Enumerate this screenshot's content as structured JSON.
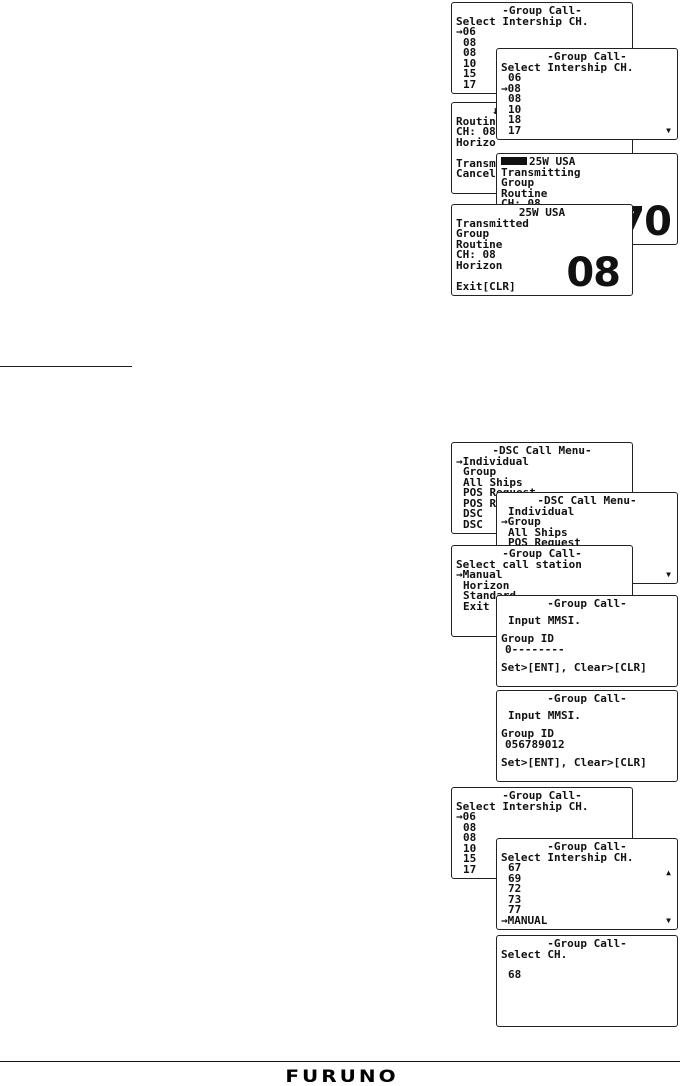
{
  "screens": {
    "gc1": {
      "title": "-Group Call-",
      "line2": "Select Intership CH.",
      "items": [
        "→06",
        "08",
        "08",
        "10",
        "15",
        "17"
      ]
    },
    "gc2": {
      "title": "-Group Call-",
      "line2": "Select Intership CH.",
      "items": [
        "06",
        "→08",
        "08",
        "10",
        "18",
        "17"
      ],
      "scroll": "▼"
    },
    "route": {
      "lines": [
        "Routin",
        "CH: 08",
        "Horizo",
        "",
        "Transm",
        "Cancel"
      ],
      "marker": "↓"
    },
    "tx": {
      "badge": "",
      "top": "25W USA",
      "lines": [
        "Transmitting",
        "Group",
        "Routine",
        "CH: 08"
      ],
      "bignum": "70"
    },
    "done": {
      "top": "25W USA",
      "lines": [
        "Transmitted",
        "Group",
        "Routine",
        "CH: 08",
        "Horizon",
        "",
        "Exit[CLR]"
      ],
      "bignum": "08"
    },
    "dsc1": {
      "title": "-DSC Call Menu-",
      "items": [
        "→Individual",
        "Group",
        "All Ships",
        "POS Request",
        "POS Report",
        "DSC",
        "DSC"
      ]
    },
    "dsc2": {
      "title": "-DSC Call Menu-",
      "items": [
        "Individual",
        "→Group",
        "All Ships",
        "POS Request"
      ],
      "scroll": "▼"
    },
    "station": {
      "title": "-Group Call-",
      "line2": "Select call station",
      "items": [
        "→Manual",
        "Horizon",
        "Standard",
        "Exit"
      ]
    },
    "mmsi1": {
      "title": "-Group Call-",
      "prompt": "Input MMSI.",
      "field_label": "Group ID",
      "field_value": "0--------",
      "footer": "Set>[ENT], Clear>[CLR]"
    },
    "mmsi2": {
      "title": "-Group Call-",
      "prompt": "Input MMSI.",
      "field_label": "Group ID",
      "field_value": "056789012",
      "footer": "Set>[ENT], Clear>[CLR]"
    },
    "gc3": {
      "title": "-Group Call-",
      "line2": "Select Intership CH.",
      "items": [
        "→06",
        "08",
        "08",
        "10",
        "15",
        "17"
      ]
    },
    "gc4": {
      "title": "-Group Call-",
      "line2": "Select Intership CH.",
      "items": [
        "67",
        "69",
        "72",
        "73",
        "77",
        "→MANUAL"
      ],
      "scroll_up": "▲",
      "scroll_down": "▼"
    },
    "selch": {
      "title": "-Group Call-",
      "line2": "Select CH.",
      "value": "68"
    }
  },
  "footer": {
    "brand": "FURUNO"
  }
}
